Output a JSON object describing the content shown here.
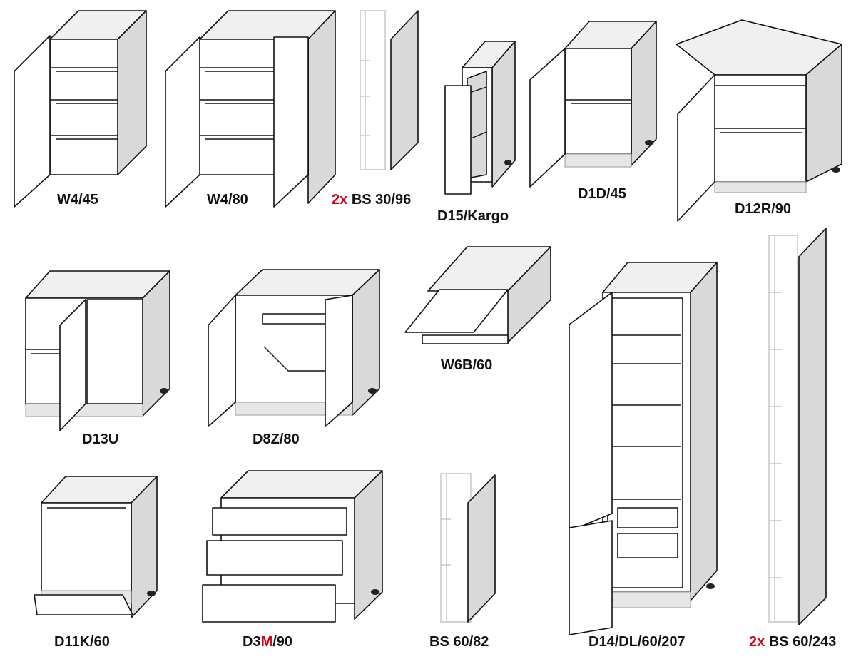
{
  "colors": {
    "face": "#f0f0f0",
    "side": "#d9d9d9",
    "edge": "#111111",
    "ghost": "#bdbdbd",
    "accent": "#d0021b",
    "shadow": "#e6e6e6"
  },
  "cabinets": {
    "w4_45": {
      "label": "W4/45"
    },
    "w4_80": {
      "label": "W4/80"
    },
    "bs30_96": {
      "qty": "2x",
      "label": "BS 30/96"
    },
    "d15_kargo": {
      "label": "D15/Kargo"
    },
    "d1d_45": {
      "label": "D1D/45"
    },
    "d12r_90": {
      "label": "D12R/90"
    },
    "d13u": {
      "label": "D13U"
    },
    "d8z_80": {
      "label": "D8Z/80"
    },
    "w6b_60": {
      "label": "W6B/60"
    },
    "d14": {
      "label": "D14/DL/60/207"
    },
    "bs60_243": {
      "qty": "2x",
      "label": "BS 60/243"
    },
    "d11k_60": {
      "label": "D11K/60"
    },
    "d3m_90": {
      "label_a": "D3",
      "label_b": "M",
      "label_c": "/90"
    },
    "bs60_82": {
      "label": "BS 60/82"
    }
  }
}
